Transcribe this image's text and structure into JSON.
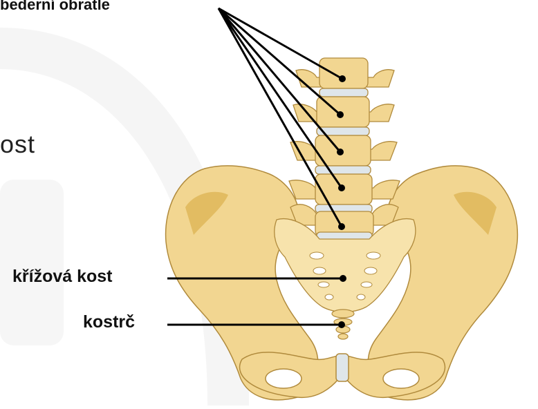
{
  "labels": {
    "lumbar": "bederní obratle",
    "sacrum": "křížová kost",
    "coccyx": "kostrč"
  },
  "background_text": "ost",
  "colors": {
    "bone": "#f2d691",
    "bone_shade": "#e2bc62",
    "bone_outline": "#b08a3c",
    "disc": "#dfe6ea",
    "watermark": "#f4f4f4",
    "line": "#000000"
  }
}
